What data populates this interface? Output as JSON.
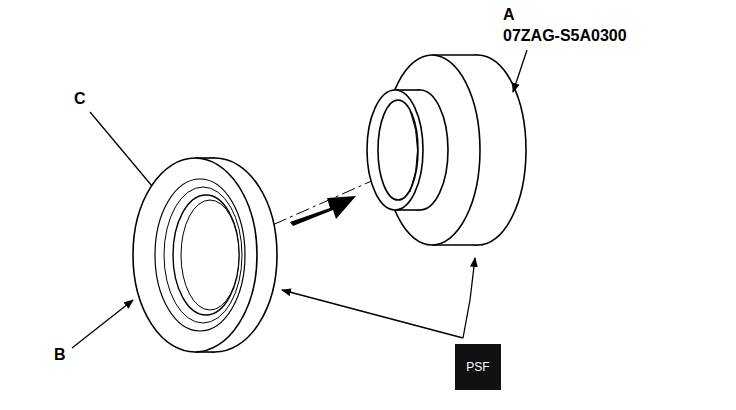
{
  "diagram": {
    "nodes": [
      {
        "text": [
          "PSF"
        ]
      }
    ],
    "labels": [
      "A",
      "07ZAG-S5A0300",
      "C",
      "B"
    ]
  }
}
